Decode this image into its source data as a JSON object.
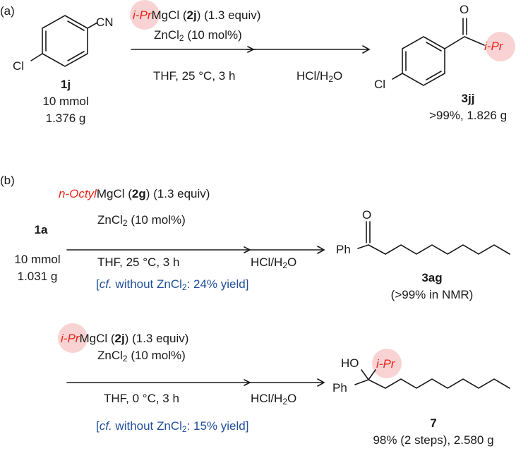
{
  "a": {
    "label": "(a)",
    "cn": "CN",
    "cl": "Cl",
    "reagent_ipr": "i-Pr",
    "reagent_mgcl": "MgCl (",
    "reagent_num": "2j",
    "reagent_equiv": ") (1.3 equiv)",
    "cat_pre": "ZnCl",
    "cat_sub": "2",
    "cat_post": " (10 mol%)",
    "cond": "THF, 25 °C, 3 h",
    "quench_pre": "HCl/H",
    "quench_sub": "2",
    "quench_post": "O",
    "sm_num": "1j",
    "sm_mmol": "10 mmol",
    "sm_mass": "1.376 g",
    "prod_o": "O",
    "prod_ipr": "i-Pr",
    "prod_cl": "Cl",
    "prod_num": "3jj",
    "prod_yield": ">99%, 1.826 g"
  },
  "b": {
    "label": "(b)",
    "sm_num": "1a",
    "sm_mmol": "10 mmol",
    "sm_mass": "1.031 g",
    "r1_alkyl": "n-Octyl",
    "r1_mgcl": "MgCl (",
    "r1_num": "2g",
    "r1_equiv": ") (1.3 equiv)",
    "r1_cat_pre": "ZnCl",
    "r1_cat_sub": "2",
    "r1_cat_post": " (10 mol%)",
    "r1_cond": "THF, 25 °C, 3 h",
    "r1_quench_pre": "HCl/H",
    "r1_quench_sub": "2",
    "r1_quench_post": "O",
    "r1_note_open": "[",
    "r1_note_cf": "cf.",
    "r1_note_mid": " without ZnCl",
    "r1_note_sub": "2",
    "r1_note_end": ": 24% yield]",
    "p1_o": "O",
    "p1_ph": "Ph",
    "p1_num": "3ag",
    "p1_yield": "(>99% in NMR)",
    "r2_ipr": "i-Pr",
    "r2_mgcl": "MgCl (",
    "r2_num": "2j",
    "r2_equiv": ") (1.3 equiv)",
    "r2_cat_pre": "ZnCl",
    "r2_cat_sub": "2",
    "r2_cat_post": " (10 mol%)",
    "r2_cond": "THF, 0 °C, 3 h",
    "r2_quench_pre": "HCl/H",
    "r2_quench_sub": "2",
    "r2_quench_post": "O",
    "r2_note_open": "[",
    "r2_note_cf": "cf.",
    "r2_note_mid": " without ZnCl",
    "r2_note_sub": "2",
    "r2_note_end": ": 15% yield]",
    "p2_ho": "HO",
    "p2_ipr": "i-Pr",
    "p2_ph": "Ph",
    "p2_num": "7",
    "p2_yield": "98% (2 steps), 2.580 g"
  },
  "colors": {
    "highlight": "#f9d3d3",
    "red": "#e8261c",
    "blue": "#1f4e9a"
  }
}
